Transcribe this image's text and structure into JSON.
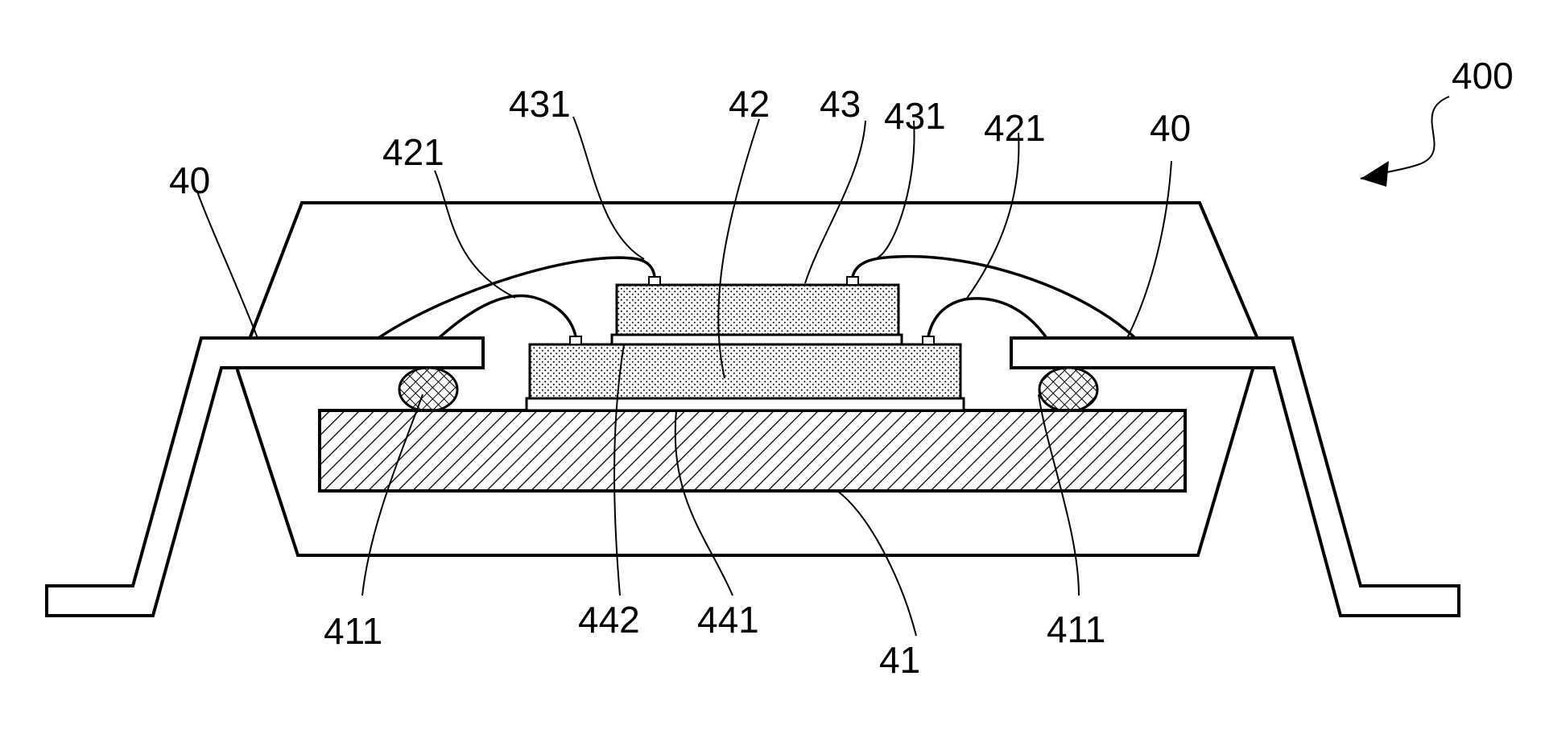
{
  "figure_number": "400",
  "labels": {
    "lead_left": "40",
    "lead_right": "40",
    "wire_lower_left": "421",
    "wire_upper_left": "431",
    "die_lower": "42",
    "die_upper": "43",
    "wire_upper_right": "431",
    "wire_lower_right": "421",
    "solder_left": "411",
    "adhesive_upper": "442",
    "adhesive_lower": "441",
    "die_pad": "41",
    "solder_right": "411"
  },
  "colors": {
    "line": "#000000",
    "background": "#ffffff"
  }
}
